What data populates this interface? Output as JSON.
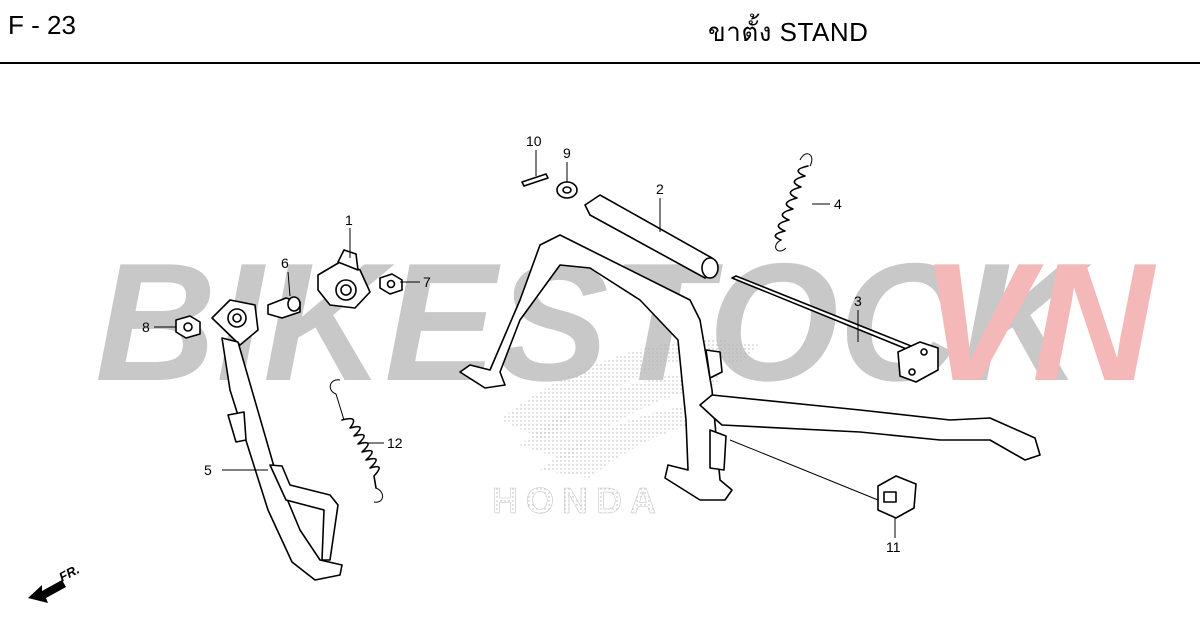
{
  "header": {
    "code": "F - 23",
    "title": "ขาตั้ง  STAND"
  },
  "watermark": {
    "prefix": "BIKESTOCK",
    "suffix": "VN",
    "prefix_color": "#c8c8c8",
    "suffix_color": "#f4b8b8"
  },
  "logo": {
    "text": "HONDA"
  },
  "direction": {
    "label": "FR."
  },
  "callouts": [
    "1",
    "2",
    "3",
    "4",
    "5",
    "6",
    "7",
    "8",
    "9",
    "10",
    "11",
    "12"
  ]
}
